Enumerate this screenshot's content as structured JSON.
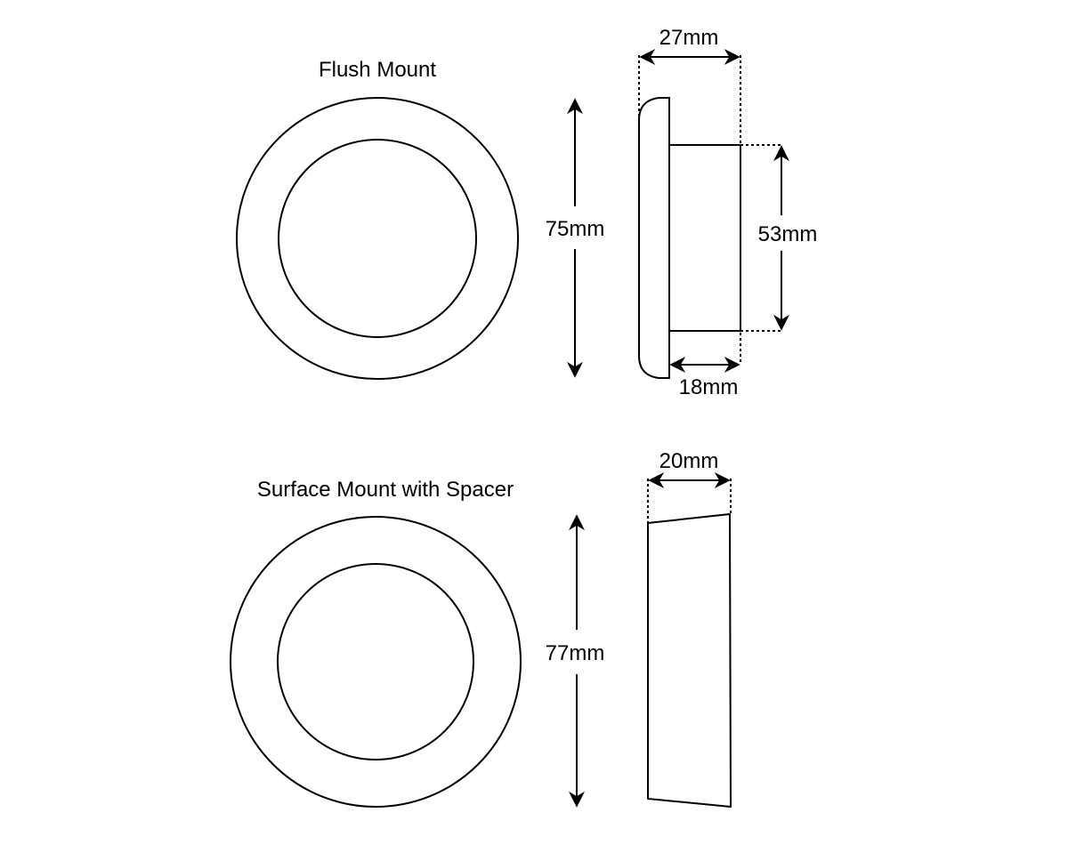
{
  "flush": {
    "title": "Flush Mount",
    "diameter": "75mm",
    "depth_total": "27mm",
    "body_height": "53mm",
    "body_depth": "18mm"
  },
  "surface": {
    "title": "Surface Mount with Spacer",
    "diameter": "77mm",
    "depth": "20mm"
  }
}
